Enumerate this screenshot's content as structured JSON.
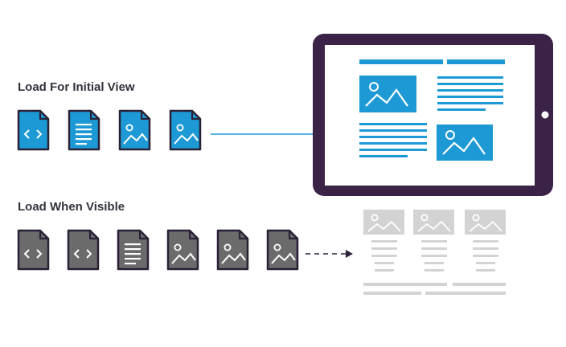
{
  "labels": {
    "initial_view": "Load For Initial View",
    "when_visible": "Load When Visible"
  },
  "initial_files": [
    {
      "kind": "code",
      "icon": "code-file-icon"
    },
    {
      "kind": "text",
      "icon": "text-file-icon"
    },
    {
      "kind": "image",
      "icon": "image-file-icon"
    },
    {
      "kind": "image",
      "icon": "image-file-icon"
    }
  ],
  "lazy_files": [
    {
      "kind": "code",
      "icon": "code-file-icon"
    },
    {
      "kind": "code",
      "icon": "code-file-icon"
    },
    {
      "kind": "text",
      "icon": "text-file-icon"
    },
    {
      "kind": "image",
      "icon": "image-file-icon"
    },
    {
      "kind": "image",
      "icon": "image-file-icon"
    },
    {
      "kind": "image",
      "icon": "image-file-icon"
    }
  ],
  "colors": {
    "blue": "#1d9ad6",
    "dark": "#2b2136",
    "gray": "#6b6b6b",
    "light_gray": "#d3d3d3",
    "tablet": "#3b2347",
    "text": "#33313b"
  }
}
